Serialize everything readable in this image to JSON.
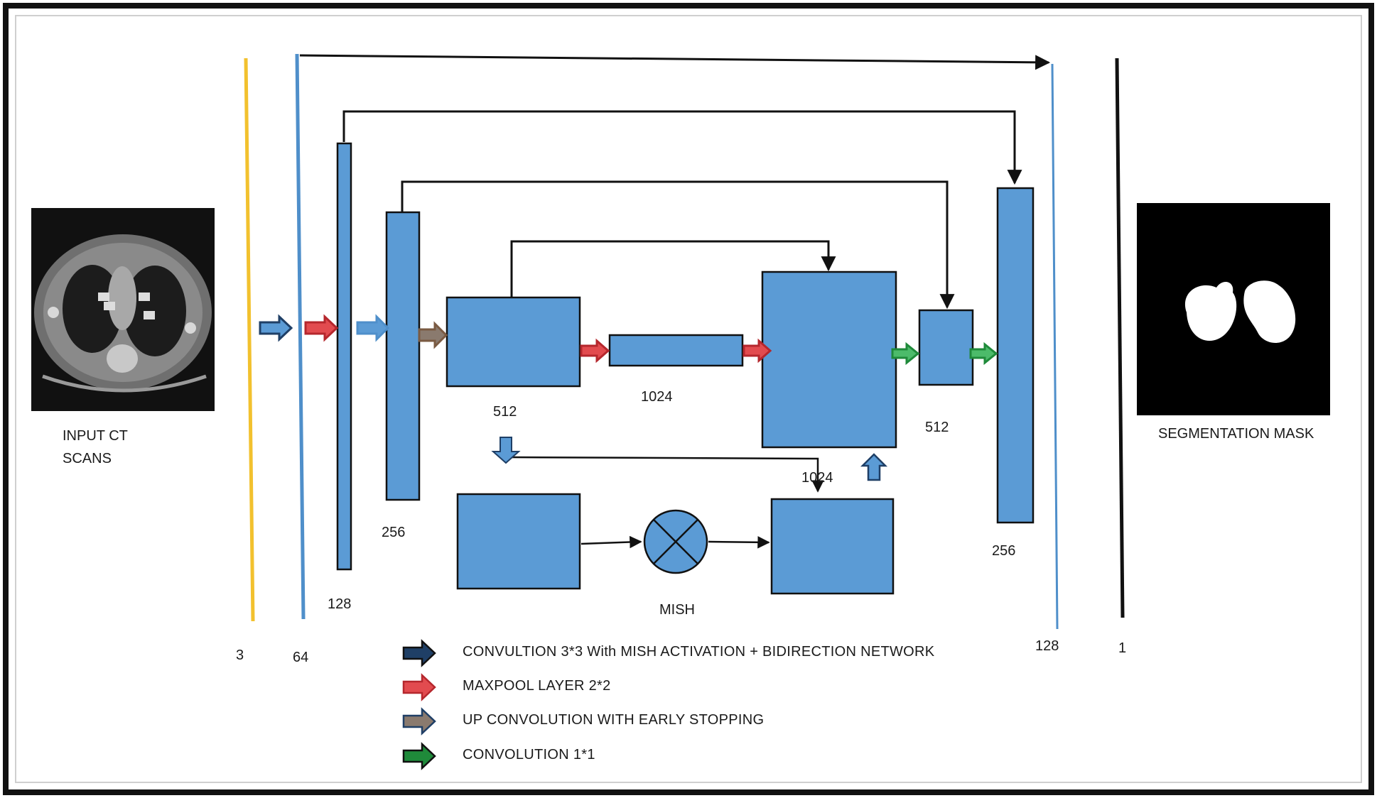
{
  "input": {
    "line1": "INPUT CT",
    "line2": "SCANS"
  },
  "output": {
    "label": "SEGMENTATION MASK"
  },
  "channels": {
    "c3": "3",
    "c64": "64",
    "c128a": "128",
    "c256a": "256",
    "c512a": "512",
    "c1024a": "1024",
    "c1024b": "1024",
    "c512b": "512",
    "c256b": "256",
    "c128b": "128",
    "c1": "1"
  },
  "mish": {
    "label": "MISH"
  },
  "legend": {
    "items": [
      {
        "label": "CONVULTION 3*3 With MISH ACTIVATION + BIDIRECTION NETWORK",
        "color": "#1f3f66"
      },
      {
        "label": "MAXPOOL LAYER 2*2",
        "color": "#d9303a"
      },
      {
        "label": "UP CONVOLUTION WITH EARLY STOPPING",
        "color": "#7a5a42"
      },
      {
        "label": "CONVOLUTION 1*1",
        "color": "#1f8a3a"
      }
    ]
  },
  "colors": {
    "block": "#5b9bd5",
    "yellow_line": "#f2c12e",
    "blue_line": "#4f8fca",
    "frame": "#111111"
  }
}
